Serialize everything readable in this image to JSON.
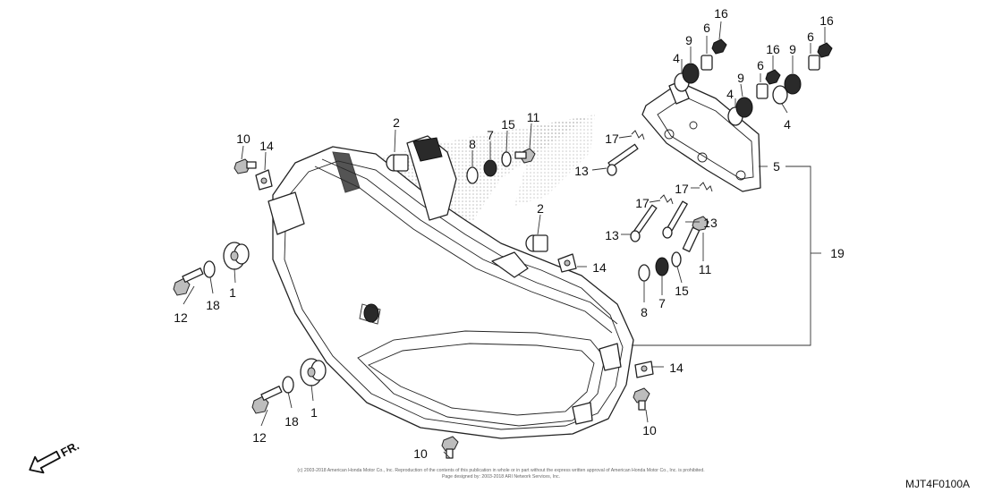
{
  "callouts": {
    "c1a": "1",
    "c1b": "1",
    "c2a": "2",
    "c2b": "2",
    "c4a": "4",
    "c4b": "4",
    "c4c": "4",
    "c5": "5",
    "c6a": "6",
    "c6b": "6",
    "c6c": "6",
    "c7a": "7",
    "c7b": "7",
    "c8a": "8",
    "c8b": "8",
    "c9a": "9",
    "c9b": "9",
    "c9c": "9",
    "c10a": "10",
    "c10b": "10",
    "c10c": "10",
    "c11a": "11",
    "c11b": "11",
    "c12a": "12",
    "c12b": "12",
    "c13a": "13",
    "c13b": "13",
    "c13c": "13",
    "c14a": "14",
    "c14b": "14",
    "c14c": "14",
    "c15a": "15",
    "c15b": "15",
    "c16a": "16",
    "c16b": "16",
    "c16c": "16",
    "c17a": "17",
    "c17b": "17",
    "c17c": "17",
    "c18a": "18",
    "c18b": "18",
    "c19": "19"
  },
  "direction_label": "FR.",
  "copyright_line1": "(c) 2003-2018 American Honda Motor Co., Inc. Reproduction of the contents of this publication in whole or in part without the express written approval of American Honda Motor Co., Inc. is prohibited.",
  "copyright_line2": "Page designed by: 2003-2018 ARI Network Services, Inc.",
  "diagram_code": "MJT4F0100A"
}
